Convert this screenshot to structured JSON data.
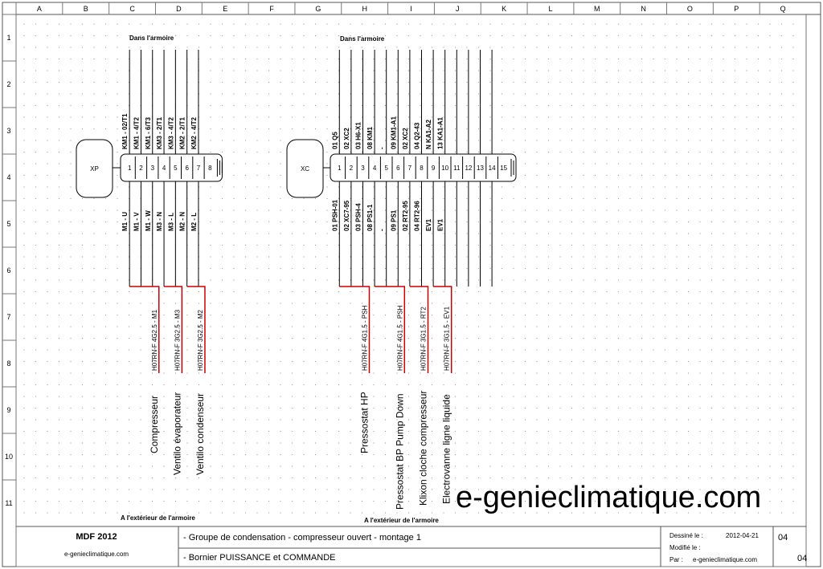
{
  "grid": {
    "columns": [
      "A",
      "B",
      "C",
      "D",
      "E",
      "F",
      "G",
      "H",
      "I",
      "J",
      "K",
      "L",
      "M",
      "N",
      "O",
      "P",
      "Q"
    ],
    "rows": [
      "1",
      "2",
      "3",
      "4",
      "5",
      "6",
      "7",
      "8",
      "9",
      "10",
      "11"
    ]
  },
  "headers": {
    "left_top": "Dans l'armoire",
    "right_top": "Dans l'armoire",
    "left_bottom": "A l'extérieur de  l'armoire",
    "right_bottom": "A l'extérieur de  l'armoire"
  },
  "left_block": {
    "device": "XP",
    "terminals": [
      "1",
      "2",
      "3",
      "4",
      "5",
      "6",
      "7",
      "8"
    ],
    "top_labels": [
      "KM1 - 02/T1",
      "KM1 - 4/T2",
      "KM1 - 6/T3",
      "KM3 - 2/T1",
      "KM3 - 4/T2",
      "KM2 - 2/T1",
      "KM2 - 4/T2"
    ],
    "bottom_labels": [
      "M1 - U",
      "M1 - V",
      "M1 - W",
      "M3 - N",
      "M3 - L",
      "M2 - N",
      "M2 - L"
    ],
    "cables": [
      "H07RN-F 4G2.5 - M1",
      "H07RN-F 3G2.5 - M3",
      "H07RN-F 3G2.5 - M2"
    ],
    "loads": [
      "Compresseur",
      "Ventilo évaporateur",
      "Ventilo condenseur"
    ]
  },
  "right_block": {
    "device": "XC",
    "terminals": [
      "1",
      "2",
      "3",
      "4",
      "5",
      "6",
      "7",
      "8",
      "9",
      "10",
      "11",
      "12",
      "13",
      "14",
      "15"
    ],
    "top_labels": [
      "01 Q5",
      "02 XC2",
      "03 H6-X1",
      "08 KM1",
      "-",
      "09 KM1-A1",
      "02 XC2",
      "04 Q2-43",
      "N KA1-A2",
      "13 KA1-A1"
    ],
    "bottom_labels": [
      "01 PSH-01",
      "02 XC7-95",
      "03 PSH-4",
      "08 PS1-1",
      "-",
      "09 PS1",
      "02 RT2-95",
      "04 RT2-96",
      "EV1",
      "EV1"
    ],
    "cables": [
      "H07RN-F 4G1.5 - PSH",
      "H07RN-F 4G1.5 - PSH",
      "H07RN-F 3G1.5 - RT2",
      "H07RN-F 3G1.5 - EV1"
    ],
    "loads": [
      "Pressostat HP",
      "Pressostat BP Pump Down",
      "Klixon cloche compresseur",
      "Electrovanne ligne liquide"
    ]
  },
  "watermark": "e-genieclimatique.com",
  "title_block": {
    "project": "MDF 2012",
    "site": "e-genieclimatique.com",
    "line1": "- Groupe de condensation - compresseur ouvert - montage 1",
    "line2": "- Bornier PUISSANCE et COMMANDE",
    "drawn_label": "Dessiné le :",
    "drawn_date": "2012-04-21",
    "modified_label": "Modifié le :",
    "by_label": "Par :",
    "by_value": "e-genieclimatique.com",
    "sheet_no": "04",
    "sheet_total": "04"
  },
  "colors": {
    "cable": "#cc0000",
    "line": "#000000",
    "dots": "#9a9a9a"
  }
}
